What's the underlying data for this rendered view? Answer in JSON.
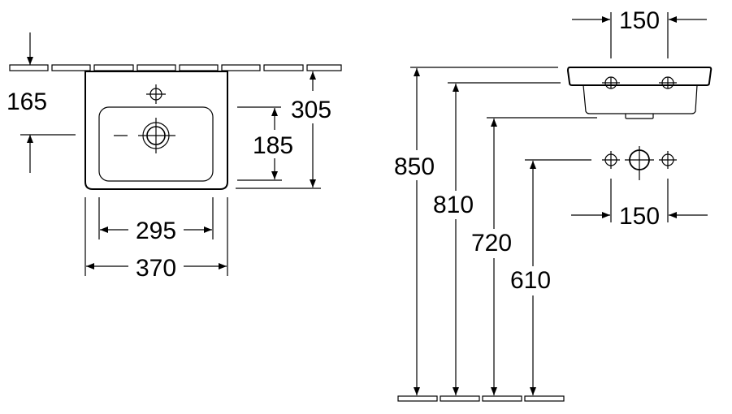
{
  "top_view": {
    "dim_tap_to_drain_height": "165",
    "dim_basin_depth": "185",
    "dim_overall_depth": "305",
    "dim_basin_width": "295",
    "dim_overall_width": "370"
  },
  "side_view": {
    "dim_top_hole_spacing": "150",
    "dim_rim_height": "850",
    "dim_underside_height": "810",
    "dim_bowl_bottom_height": "720",
    "dim_supply_height": "610",
    "dim_bottom_hole_spacing": "150"
  }
}
